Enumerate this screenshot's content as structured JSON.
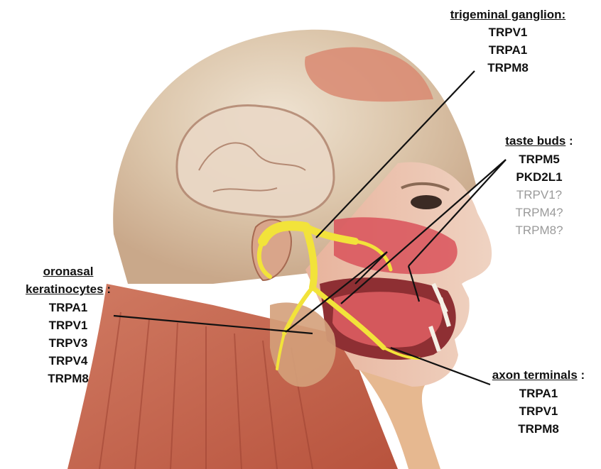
{
  "colors": {
    "muscle": "#c4614a",
    "muscle_light": "#e3a58c",
    "skin": "#d9c2a8",
    "nerve": "#f2e33a",
    "mucosa": "#d9525a",
    "leader_line": "#111111",
    "uncertain_text": "#9a9a9a"
  },
  "callouts": {
    "trigeminal": {
      "heading": "trigeminal ganglion:",
      "items": [
        "TRPV1",
        "TRPA1",
        "TRPM8"
      ]
    },
    "taste_buds": {
      "heading": "taste buds",
      "heading_suffix": " :",
      "items": [
        "TRPM5",
        "PKD2L1"
      ],
      "uncertain_items": [
        "TRPV1?",
        "TRPM4?",
        "TRPM8?"
      ]
    },
    "oronasal": {
      "heading_line1": "oronasal",
      "heading_line2": "keratinocytes",
      "heading_suffix": " :",
      "items": [
        "TRPA1",
        "TRPV1",
        "TRPV3",
        "TRPV4",
        "TRPM8"
      ]
    },
    "axon_terminals": {
      "heading": "axon terminals",
      "heading_suffix": " :",
      "items": [
        "TRPA1",
        "TRPV1",
        "TRPM8"
      ]
    }
  }
}
